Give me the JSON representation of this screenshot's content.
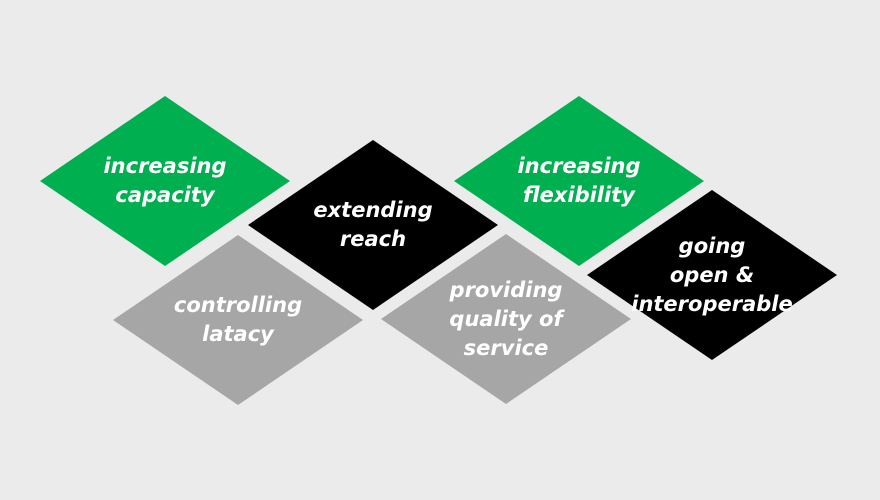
{
  "colors": {
    "background": "#ebebeb",
    "green": "#00b050",
    "black": "#000000",
    "gray": "#a6a6a6",
    "text": "#ffffff"
  },
  "diamonds": [
    {
      "label": "increasing\ncapacity",
      "color": "#00b050"
    },
    {
      "label": "extending\nreach",
      "color": "#000000"
    },
    {
      "label": "controlling\nlatacy",
      "color": "#a6a6a6"
    },
    {
      "label": "increasing\nflexibility",
      "color": "#00b050"
    },
    {
      "label": "providing\nquality of\nservice",
      "color": "#a6a6a6"
    },
    {
      "label": "going\nopen &\ninteroperable",
      "color": "#000000"
    }
  ]
}
